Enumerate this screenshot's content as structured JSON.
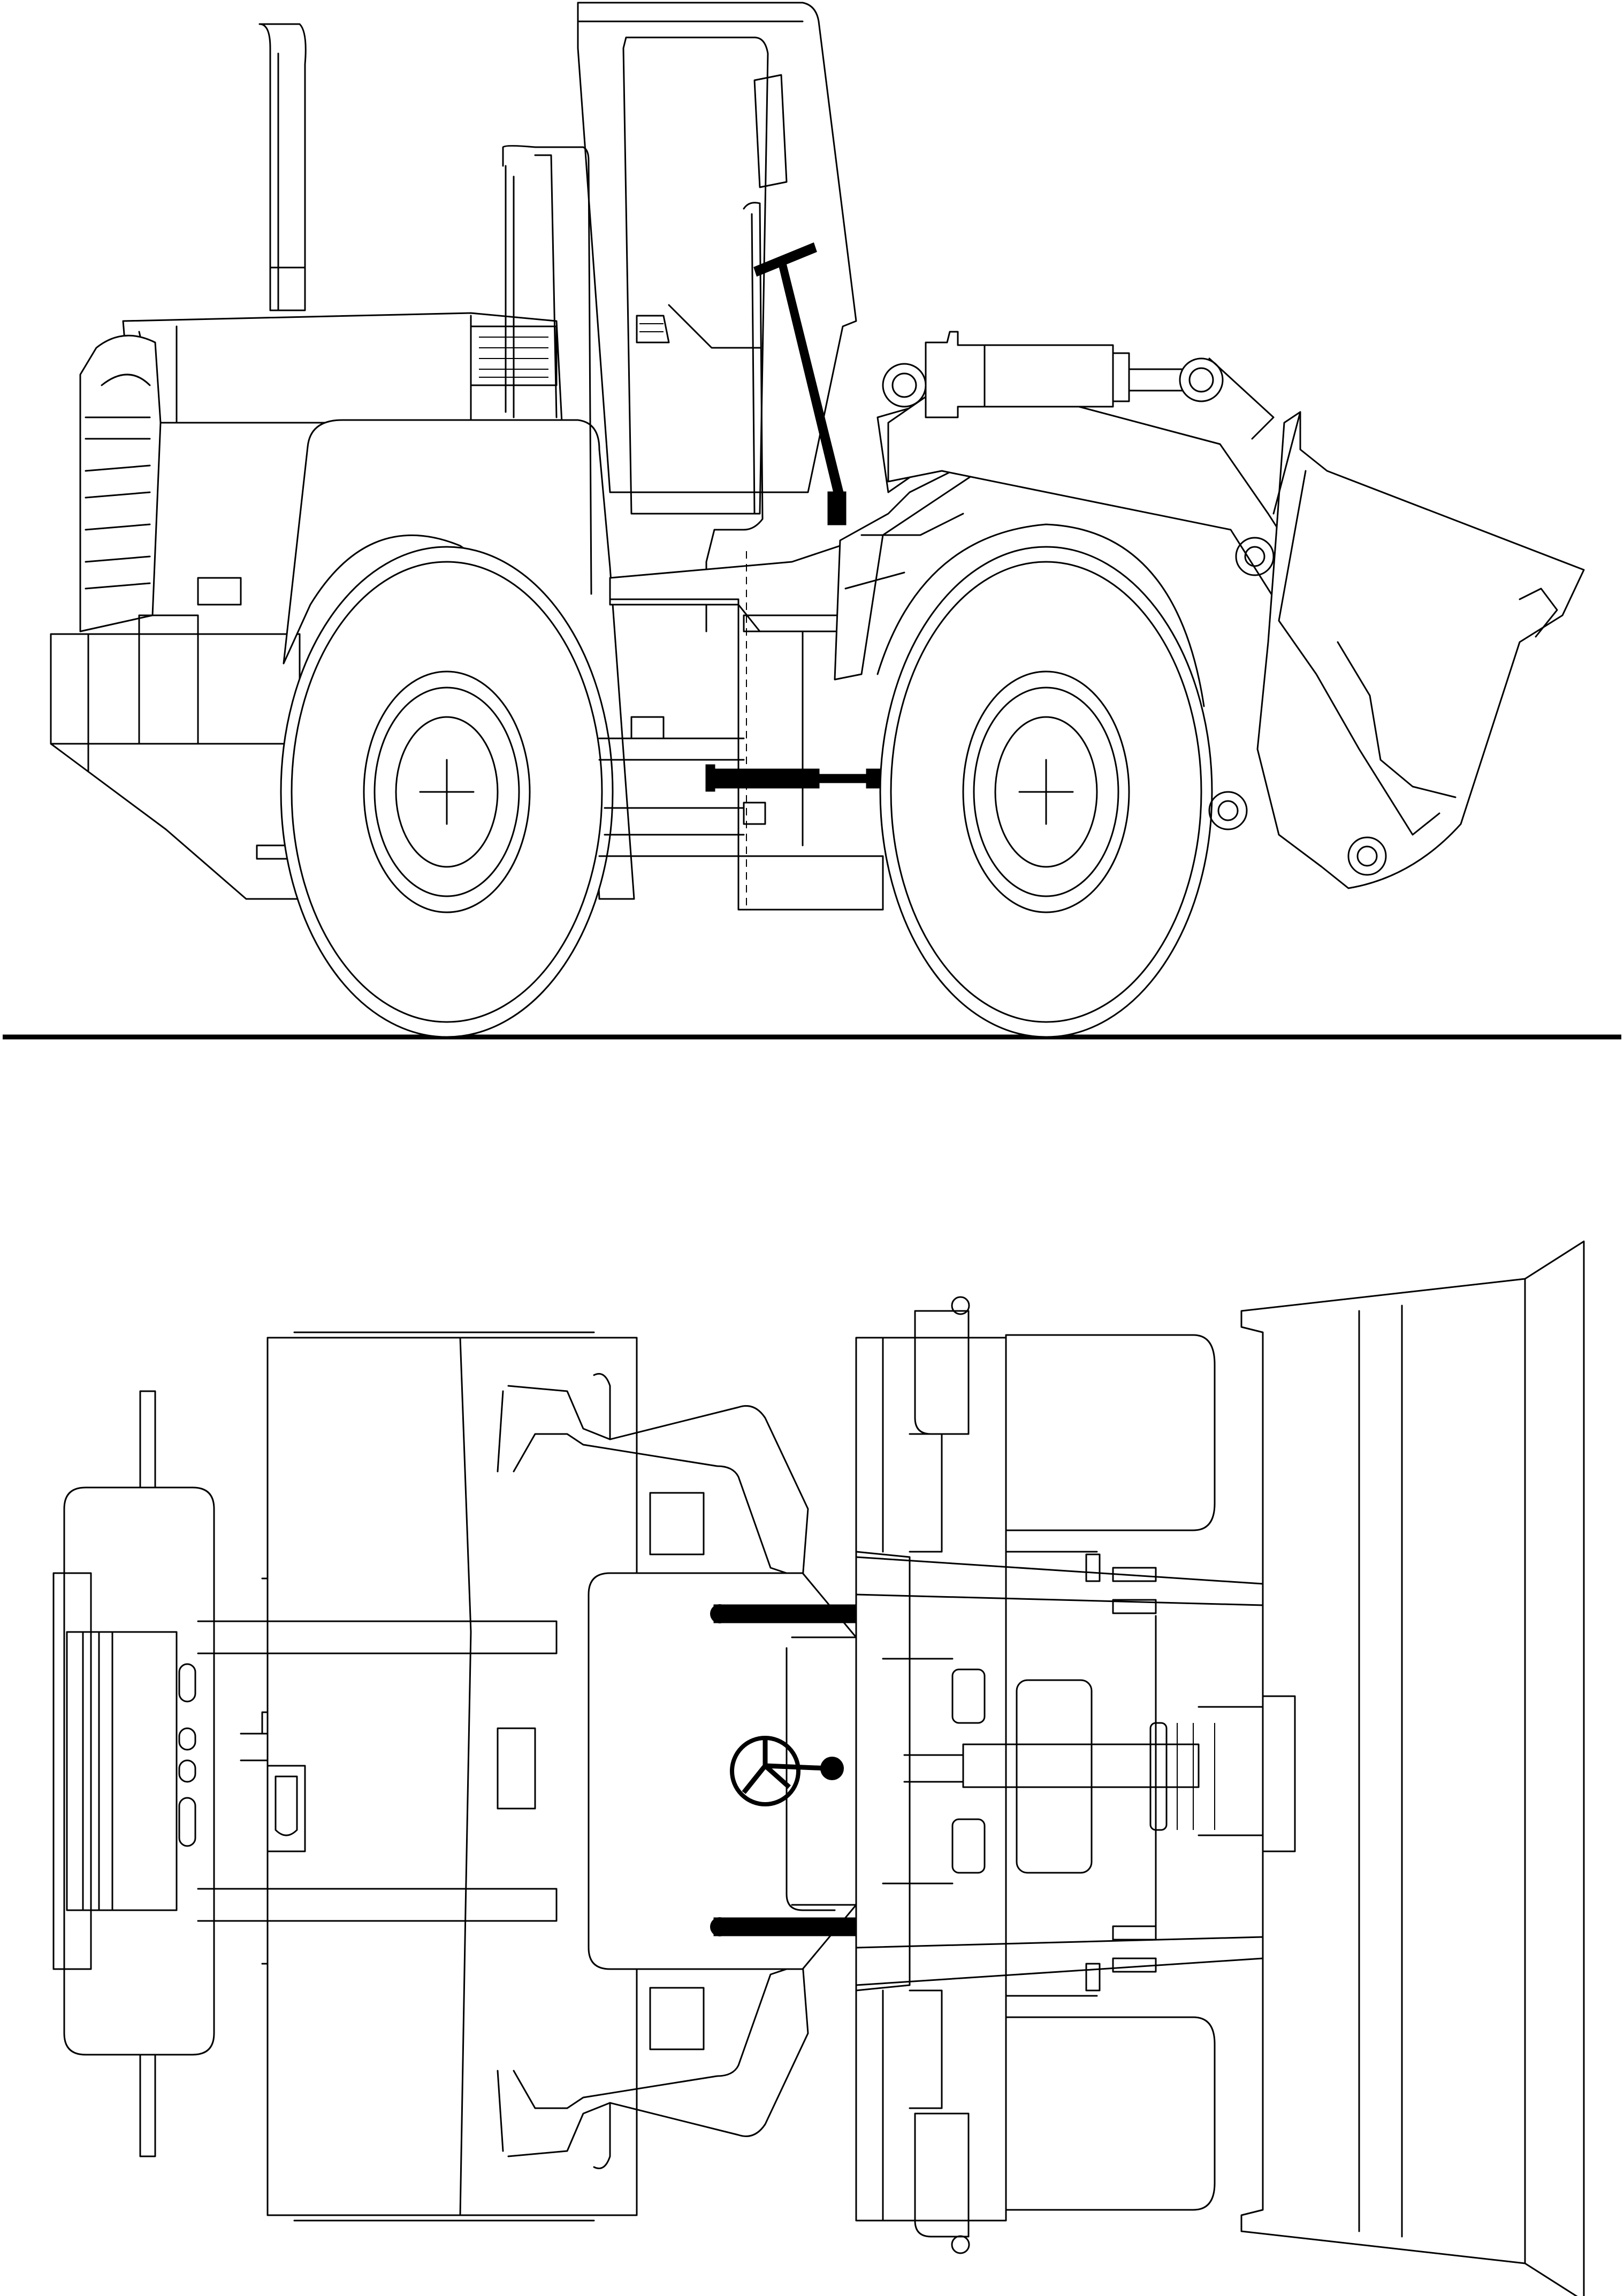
{
  "drawing": {
    "subject": "wheel-loader",
    "views": [
      {
        "id": "side",
        "label": ""
      },
      {
        "id": "top",
        "label": ""
      }
    ]
  },
  "colors": {
    "background": "#ffffff",
    "line": "#000000",
    "fill_dark": "#000000"
  }
}
